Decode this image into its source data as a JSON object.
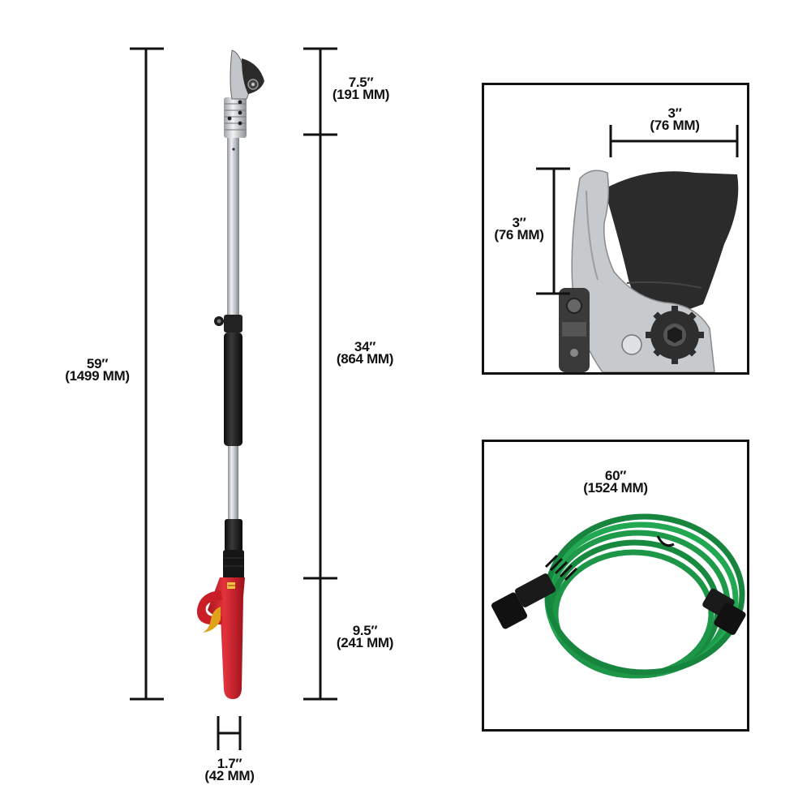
{
  "dimensions": {
    "total_length": {
      "imperial": "59″",
      "metric": "(1499 MM)"
    },
    "head_length": {
      "imperial": "7.5″",
      "metric": "(191 MM)"
    },
    "pole_length": {
      "imperial": "34″",
      "metric": "(864 MM)"
    },
    "handle_length": {
      "imperial": "9.5″",
      "metric": "(241 MM)"
    },
    "handle_width": {
      "imperial": "1.7″",
      "metric": "(42 MM)"
    },
    "blade_width": {
      "imperial": "3″",
      "metric": "(76 MM)"
    },
    "blade_height": {
      "imperial": "3″",
      "metric": "(76 MM)"
    },
    "hose_length": {
      "imperial": "60″",
      "metric": "(1524 MM)"
    }
  },
  "colors": {
    "handle_red": "#d4202b",
    "grip_black": "#1a1a1a",
    "pole_silver": "#c9ccd0",
    "hose_green": "#1f9a4a",
    "blade_dark": "#2a2a2a"
  }
}
